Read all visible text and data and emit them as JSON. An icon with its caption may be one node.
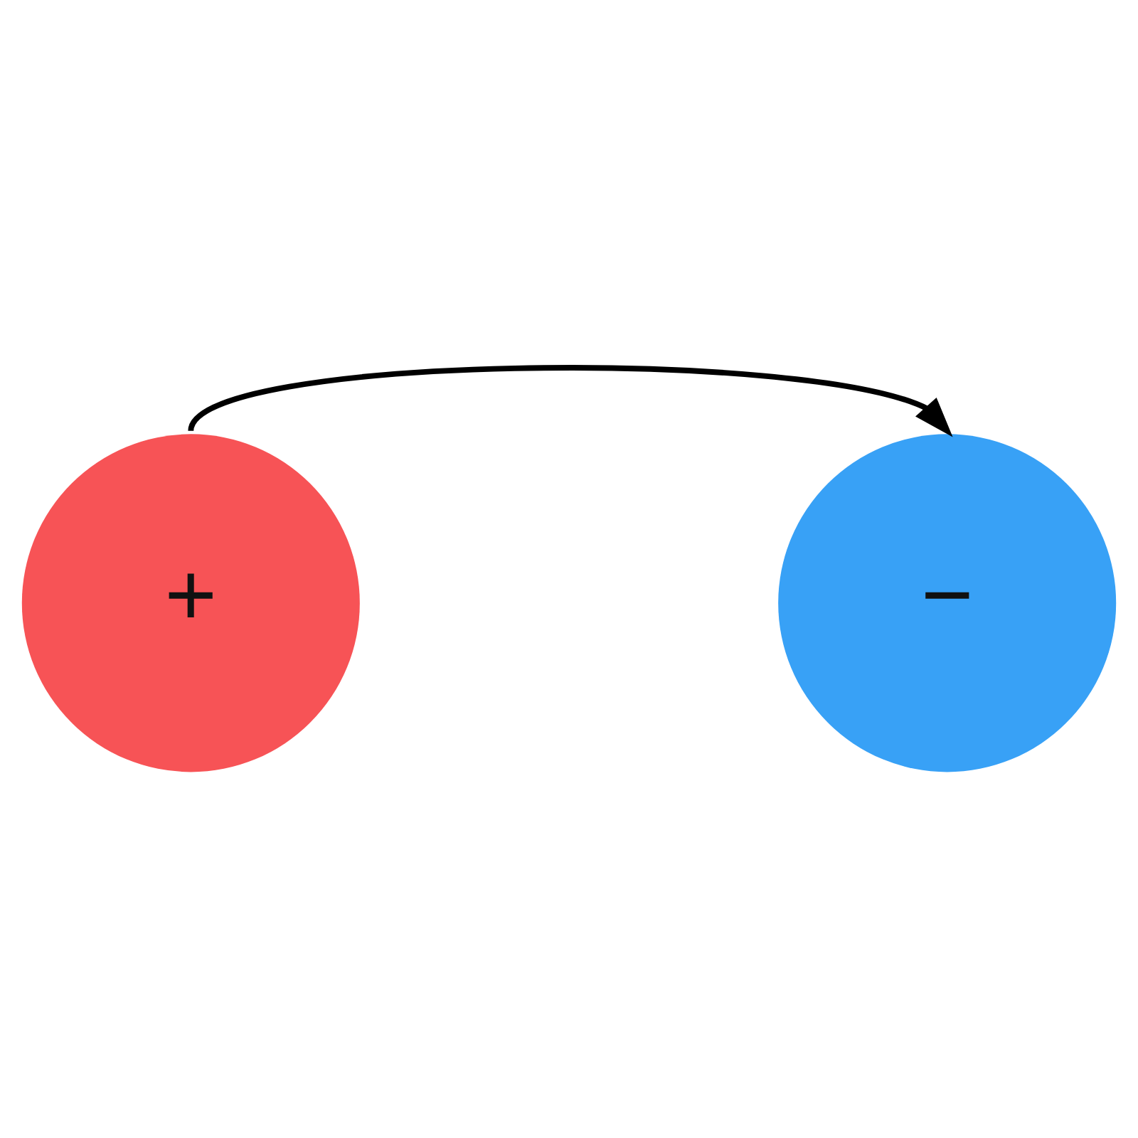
{
  "diagram": {
    "nodes": [
      {
        "text": [
          "+"
        ]
      },
      {
        "text": [
          "−"
        ]
      }
    ],
    "edges": [
      {
        "from": 0,
        "to": 1,
        "arrow": "to"
      }
    ]
  }
}
